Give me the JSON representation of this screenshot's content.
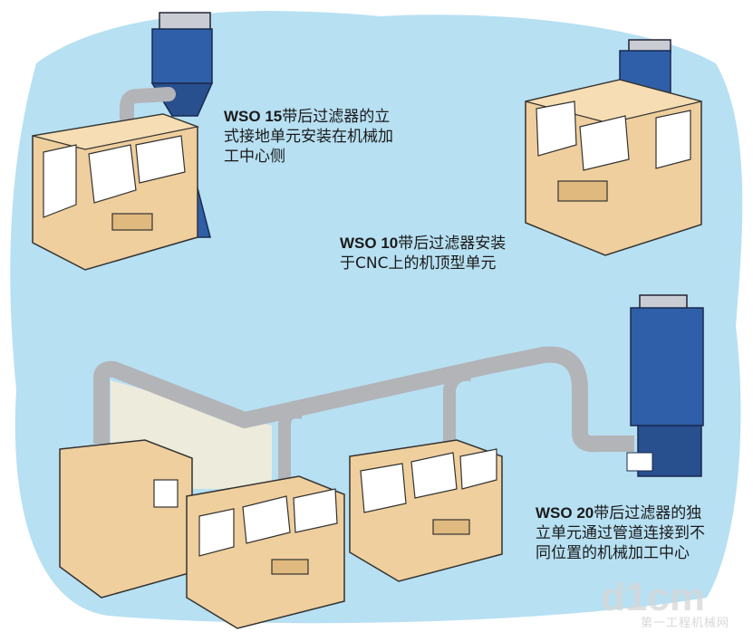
{
  "captions": {
    "wso15": {
      "model": "WSO 15",
      "lines": [
        "带后过滤器的立",
        "式接地单元安装在机械加",
        "工中心侧"
      ]
    },
    "wso10": {
      "model": "WSO 10",
      "lines": [
        "带后过滤器安装",
        "于CNC上的机顶型单元"
      ]
    },
    "wso20": {
      "model": "WSO 20",
      "lines": [
        "带后过滤器的独",
        "立单元通过管道连接到不",
        "同位置的机械加工中心"
      ]
    }
  },
  "watermark": {
    "logo_text": "d1cm",
    "sub_text": "第一工程机械网"
  },
  "colors": {
    "background": "#b7e0f2",
    "machine_body": "#efcf9d",
    "machine_dark": "#e0b97f",
    "collector_blue": "#2f5fa8",
    "duct_gray": "#b3b4b8"
  },
  "icons": [
    "machining-center-illustration",
    "dust-collector-illustration",
    "duct-illustration",
    "d1cm-logo-icon"
  ]
}
